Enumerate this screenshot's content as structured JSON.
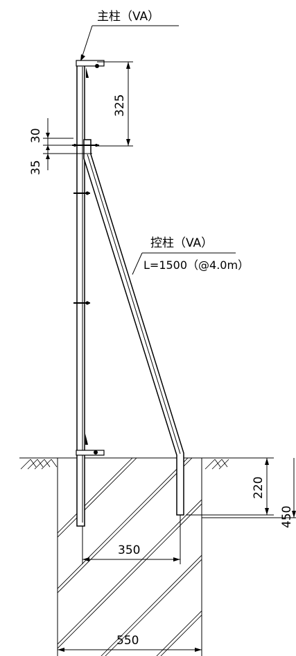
{
  "labels": {
    "main_post": "主柱（VA）",
    "brace_post": "控柱（VA）",
    "brace_length": "L=1500（@4.0m）"
  },
  "dimensions": {
    "top_span": "325",
    "gap_upper": "30",
    "gap_lower": "35",
    "embed_depth": "220",
    "foundation_depth": "450",
    "post_spacing": "350",
    "foundation_width": "550"
  }
}
